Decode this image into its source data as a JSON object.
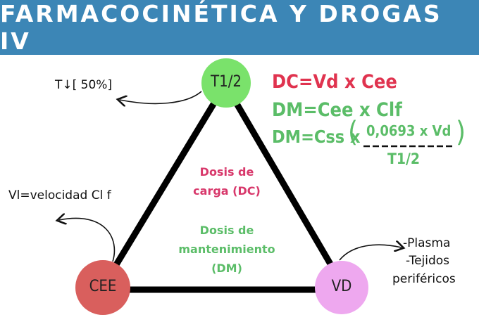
{
  "header": {
    "title": "FARMACOCINÉTICA Y DROGAS IV"
  },
  "nodes": {
    "half_life": {
      "label": "T1/2",
      "color": "#7ae26b"
    },
    "cee": {
      "label": "CEE",
      "color": "#d95f5d"
    },
    "vd": {
      "label": "VD",
      "color": "#eea8ef"
    }
  },
  "notes": {
    "half_life": "T↓[ 50%]",
    "cee": "Vl=velocidad Cl f",
    "vd_line1": "-Plasma",
    "vd_line2": "-Tejidos",
    "vd_line3": "periféricos"
  },
  "formulas": {
    "loading": "DC=Vd x Cee",
    "maintenance_1": "DM=Cee x Clf",
    "maintenance_2_prefix": "DM=Css x",
    "maintenance_2_numerator": "0,0693 x Vd",
    "maintenance_2_denominator": "T1/2",
    "open_paren": "(",
    "close_paren": ")"
  },
  "center": {
    "loading_line1": "Dosis de",
    "loading_line2": "carga (DC)",
    "maintenance_line1": "Dosis de",
    "maintenance_line2": "mantenimiento",
    "maintenance_line3": "(DM)"
  },
  "colors": {
    "header_bg": "#3c86b6",
    "loading_text": "#d8386b",
    "maintenance_text": "#5bbd68"
  }
}
